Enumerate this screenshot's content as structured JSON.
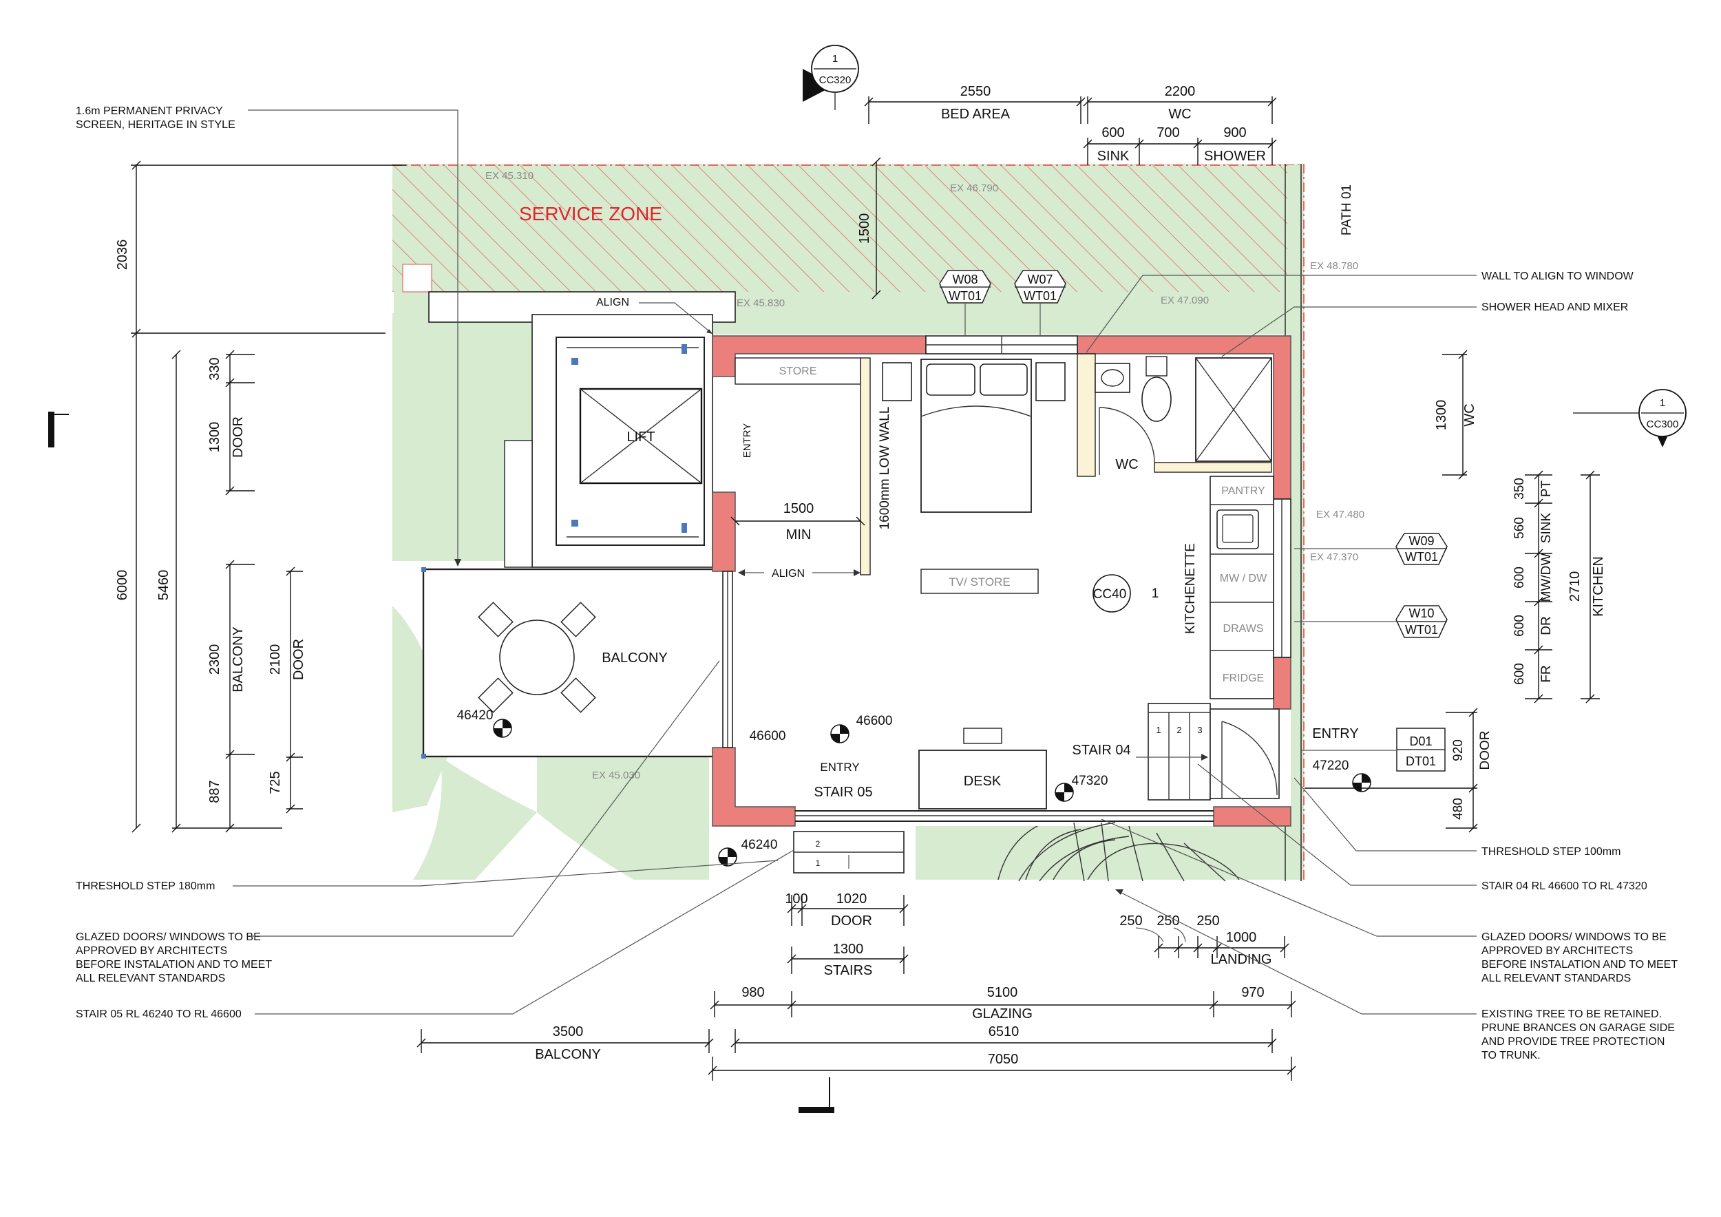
{
  "colors": {
    "site_green": "#d7ebd0",
    "wall_red": "#ea7f7b",
    "hatch_red": "#e66b62",
    "service_zone_text": "#e3232c"
  },
  "plan": {
    "service_zone": "SERVICE ZONE",
    "path": "PATH 01",
    "section_marks": [
      {
        "number": "1",
        "ref": "CC320"
      },
      {
        "number": "1",
        "ref": "CC300"
      },
      {
        "number": "1",
        "ref": "CC40"
      }
    ],
    "levels": [
      "EX 45.310",
      "EX 46.790",
      "EX 45.830",
      "EX 47.090",
      "EX 48.780",
      "EX 47.480",
      "EX 47.370",
      "EX 45.030"
    ],
    "rl_marks": [
      "46420",
      "46600",
      "46600",
      "47320",
      "47220",
      "46240"
    ],
    "rooms": {
      "lift": "LIFT",
      "store": "STORE",
      "entry_v": "ENTRY",
      "low_wall": "1600mm LOW WALL",
      "wc": "WC",
      "pantry": "PANTRY",
      "kitchenette": "KITCHENETTE",
      "mw_dw": "MW / DW",
      "draws": "DRAWS",
      "fridge": "FRIDGE",
      "tv_store": "TV/ STORE",
      "balcony": "BALCONY",
      "desk": "DESK",
      "entry": "ENTRY",
      "stair05": "STAIR 05",
      "stair04": "STAIR 04",
      "entry_east": "ENTRY",
      "min_dim": "1500",
      "min": "MIN",
      "align_a": "ALIGN",
      "align_b": "ALIGN"
    },
    "tags": [
      {
        "top": "W08",
        "bottom": "WT01"
      },
      {
        "top": "W07",
        "bottom": "WT01"
      },
      {
        "top": "W09",
        "bottom": "WT01"
      },
      {
        "top": "W10",
        "bottom": "WT01"
      }
    ],
    "door_tag": {
      "top": "D01",
      "bottom": "DT01"
    },
    "stair_numbers": {
      "s05": [
        "2",
        "1"
      ],
      "s04": [
        "1",
        "2",
        "3"
      ]
    }
  },
  "dims_top": {
    "bed_area": {
      "value": "2550",
      "label": "BED AREA"
    },
    "wc": {
      "value": "2200",
      "label": "WC"
    },
    "sink": {
      "value": "600",
      "label": "SINK"
    },
    "gap": {
      "value": "700"
    },
    "shower": {
      "value": "900",
      "label": "SHOWER"
    },
    "service_depth": "1500"
  },
  "dims_left": {
    "overall": "6000",
    "top": "2036",
    "inner": "5460",
    "d330": "330",
    "d1300": "1300",
    "door1": "DOOR",
    "balcony_v": "2300",
    "balcony_label": "BALCONY",
    "d887": "887",
    "d2100": "2100",
    "door2": "DOOR",
    "d725": "725"
  },
  "dims_right": {
    "wc_v": "1300",
    "wc_label": "WC",
    "pt": "350",
    "pt_label": "PT",
    "sink": "560",
    "sink_label": "SINK",
    "mwdw": "600",
    "mwdw_label": "MW/DW",
    "dr": "600",
    "dr_label": "DR",
    "fr": "600",
    "fr_label": "FR",
    "kitchen": "2710",
    "kitchen_label": "KITCHEN",
    "d920": "920",
    "door_label": "DOOR",
    "d480": "480"
  },
  "dims_bottom": {
    "d100": "100",
    "d1020": "1020",
    "door": "DOOR",
    "d1300": "1300",
    "stairs": "STAIRS",
    "d250a": "250",
    "d250b": "250",
    "d250c": "250",
    "d1000": "1000",
    "landing": "LANDING",
    "d980": "980",
    "d5100": "5100",
    "glazing": "GLAZING",
    "d970": "970",
    "d3500": "3500",
    "balcony": "BALCONY",
    "d6510": "6510",
    "d7050": "7050"
  },
  "notes_left": {
    "privacy_1": "1.6m PERMANENT PRIVACY",
    "privacy_2": "SCREEN, HERITAGE IN STYLE",
    "threshold": "THRESHOLD STEP 180mm",
    "glazed_1": "GLAZED DOORS/ WINDOWS TO BE",
    "glazed_2": "APPROVED BY ARCHITECTS",
    "glazed_3": "BEFORE INSTALATION AND TO MEET",
    "glazed_4": "ALL RELEVANT STANDARDS",
    "stair05": "STAIR 05 RL 46240 TO RL 46600"
  },
  "notes_right": {
    "wall_align": "WALL TO ALIGN TO WINDOW",
    "shower_head": "SHOWER HEAD AND MIXER",
    "threshold": "THRESHOLD STEP 100mm",
    "stair04": "STAIR 04 RL 46600 TO RL 47320",
    "glazed_1": "GLAZED DOORS/ WINDOWS TO BE",
    "glazed_2": "APPROVED BY ARCHITECTS",
    "glazed_3": "BEFORE INSTALATION AND TO MEET",
    "glazed_4": "ALL RELEVANT STANDARDS",
    "tree_1": "EXISTING TREE TO BE RETAINED.",
    "tree_2": "PRUNE BRANCES ON GARAGE SIDE",
    "tree_3": "AND PROVIDE TREE PROTECTION",
    "tree_4": "TO TRUNK."
  }
}
